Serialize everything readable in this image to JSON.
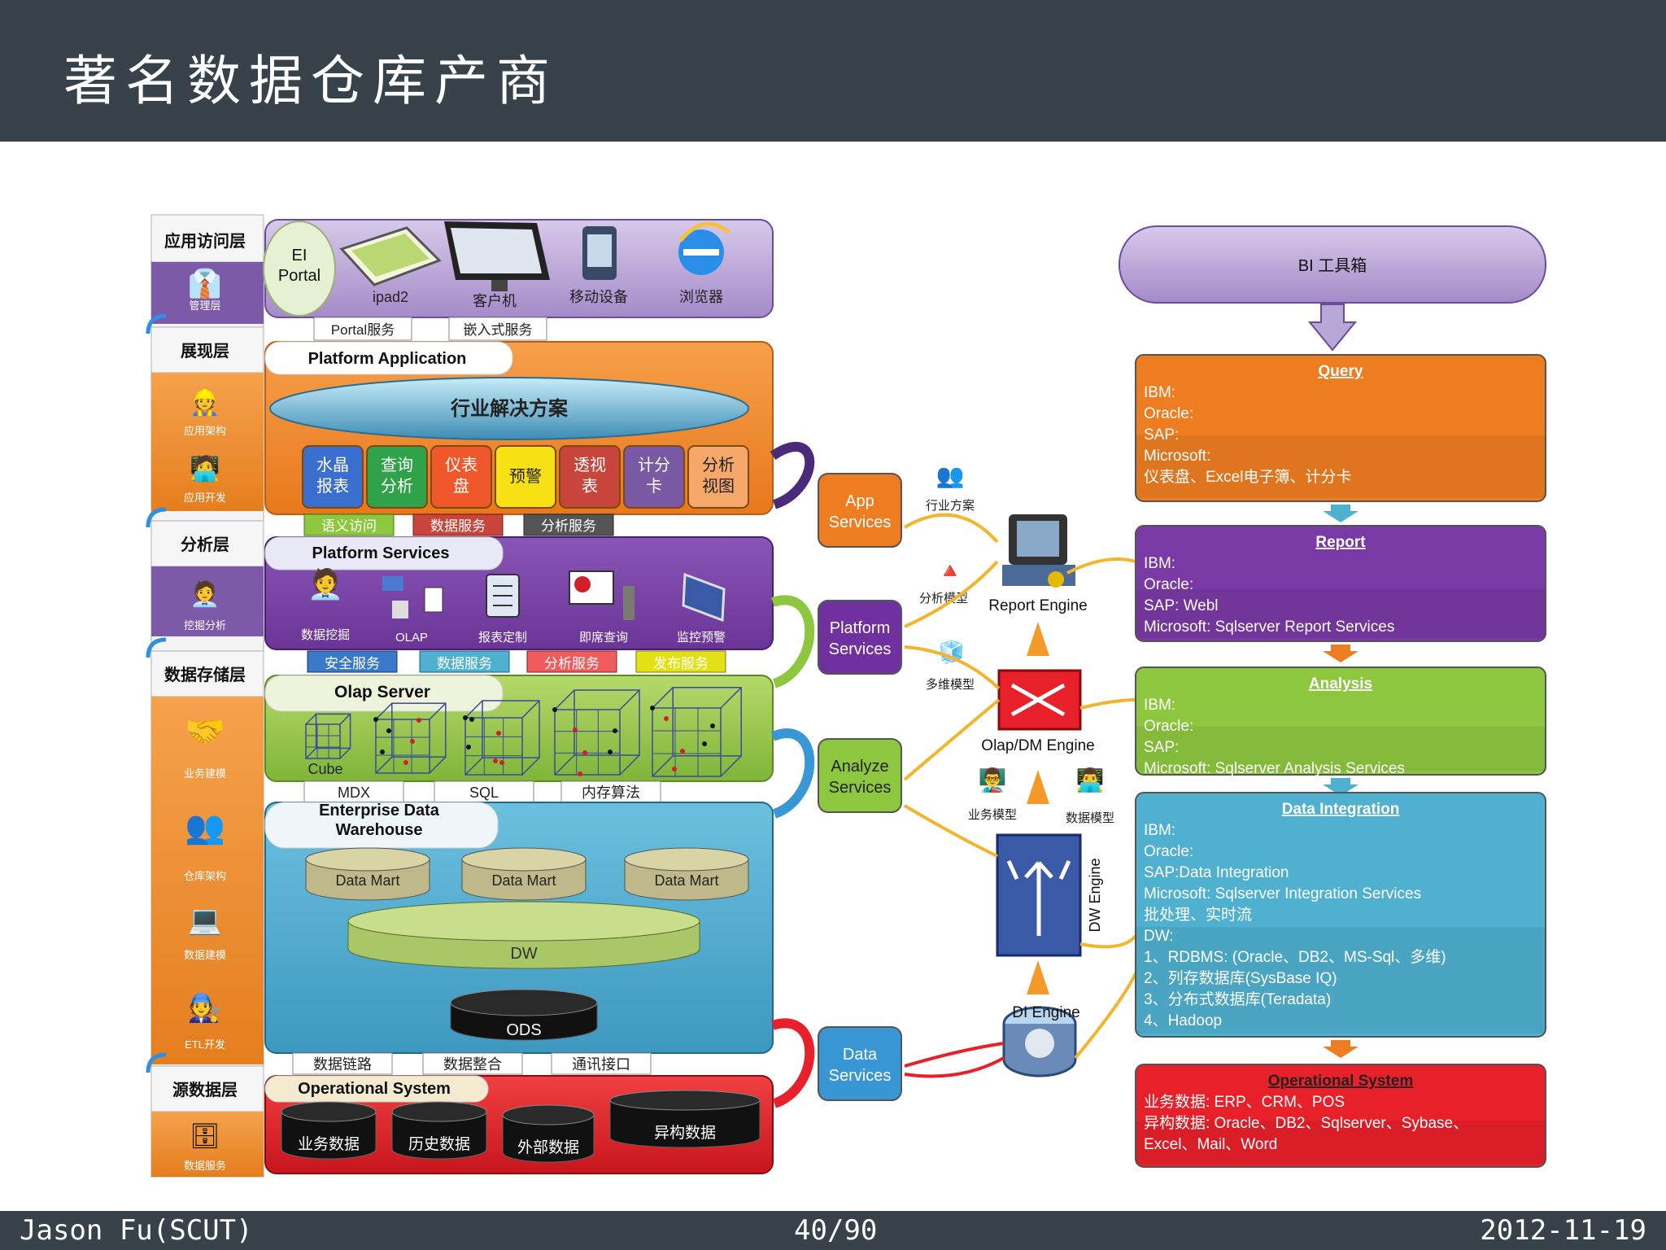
{
  "slide": {
    "title": "著名数据仓库产商"
  },
  "footer": {
    "author": "Jason Fu(SCUT)",
    "page": "40/90",
    "date": "2012-11-19"
  },
  "layers": [
    {
      "title": "应用访问层",
      "items": [
        "管理层"
      ]
    },
    {
      "title": "展现层",
      "items": [
        "应用架构",
        "应用开发"
      ]
    },
    {
      "title": "分析层",
      "items": [
        "挖掘分析"
      ]
    },
    {
      "title": "数据存储层",
      "items": [
        "业务建模",
        "仓库架构",
        "数据建模",
        "ETL开发"
      ]
    },
    {
      "title": "源数据层",
      "items": [
        "数据服务"
      ]
    }
  ],
  "access": {
    "portal": [
      "EI",
      "Portal"
    ],
    "devices": [
      "ipad2",
      "客户机",
      "移动设备",
      "浏览器"
    ],
    "tabs": [
      "Portal服务",
      "嵌入式服务"
    ]
  },
  "platform_app": {
    "title": "Platform Application",
    "banner": "行业解决方案",
    "modules": [
      {
        "l1": "水晶",
        "l2": "报表",
        "color": "#3a6fd0"
      },
      {
        "l1": "查询",
        "l2": "分析",
        "color": "#2fa24a"
      },
      {
        "l1": "仪表",
        "l2": "盘",
        "color": "#f0582c"
      },
      {
        "l1": "预警",
        "l2": "",
        "color": "#f7e013"
      },
      {
        "l1": "透视",
        "l2": "表",
        "color": "#c8453b"
      },
      {
        "l1": "计分",
        "l2": "卡",
        "color": "#7a5aa5"
      },
      {
        "l1": "分析",
        "l2": "视图",
        "color": "#f5a86a"
      }
    ],
    "tabs": [
      "语义访问",
      "数据服务",
      "分析服务"
    ]
  },
  "platform_services": {
    "title": "Platform Services",
    "items": [
      "数据挖掘",
      "OLAP",
      "报表定制",
      "即席查询",
      "监控预警"
    ],
    "tabs": [
      "安全服务",
      "数据服务",
      "分析服务",
      "发布服务"
    ]
  },
  "olap": {
    "title": "Olap Server",
    "cube_label": "Cube",
    "tabs": [
      "MDX",
      "SQL",
      "内存算法"
    ]
  },
  "edw": {
    "title_l1": "Enterprise Data",
    "title_l2": "Warehouse",
    "marts": [
      "Data Mart",
      "Data Mart",
      "Data Mart"
    ],
    "dw": "DW",
    "ods": "ODS",
    "tabs": [
      "数据链路",
      "数据整合",
      "通讯接口"
    ]
  },
  "opsys": {
    "title": "Operational System",
    "dbs": [
      "业务数据",
      "历史数据",
      "外部数据",
      "异构数据"
    ]
  },
  "services": [
    {
      "l1": "App",
      "l2": "Services",
      "color": "#ee7d22"
    },
    {
      "l1": "Platform",
      "l2": "Services",
      "color": "#7030a0"
    },
    {
      "l1": "Analyze",
      "l2": "Services",
      "color": "#8dc63f"
    },
    {
      "l1": "Data",
      "l2": "Services",
      "color": "#3a97d5"
    }
  ],
  "engines": {
    "report": "Report Engine",
    "olap": "Olap/DM  Engine",
    "dw": "DW Engine",
    "di": "DI  Engine",
    "side_labels": [
      "行业方案",
      "分析模型",
      "多维模型",
      "业务模型",
      "数据模型"
    ]
  },
  "bi": {
    "toolbox": "BI  工具箱",
    "panels": [
      {
        "title": "Query",
        "color": "#ee7d22",
        "lines": [
          "IBM:",
          "Oracle:",
          "SAP:",
          "Microsoft:",
          "仪表盘、Excel电子簿、计分卡"
        ]
      },
      {
        "title": "Report",
        "color": "#7a3aa5",
        "lines": [
          "IBM:",
          "Oracle:",
          "SAP: Webl",
          "Microsoft: Sqlserver  Report  Services"
        ]
      },
      {
        "title": "Analysis",
        "color": "#8dc63f",
        "lines": [
          "IBM:",
          "Oracle:",
          "SAP:",
          "Microsoft: Sqlserver  Analysis  Services"
        ]
      },
      {
        "title": "Data  Integration",
        "color": "#4fb0d0",
        "lines": [
          "IBM:",
          "Oracle:",
          "SAP:Data Integration",
          "Microsoft: Sqlserver  Integration  Services",
          "批处理、实时流",
          "DW:",
          "1、RDBMS: (Oracle、DB2、MS-Sql、多维)",
          "2、列存数据库(SysBase  IQ)",
          "3、分布式数据库(Teradata)",
          "4、Hadoop"
        ]
      },
      {
        "title": "Operational  System",
        "color": "#e8202a",
        "lines": [
          "业务数据: ERP、CRM、POS",
          "异构数据: Oracle、DB2、Sqlserver、Sybase、",
          "Excel、Mail、Word"
        ]
      }
    ]
  }
}
